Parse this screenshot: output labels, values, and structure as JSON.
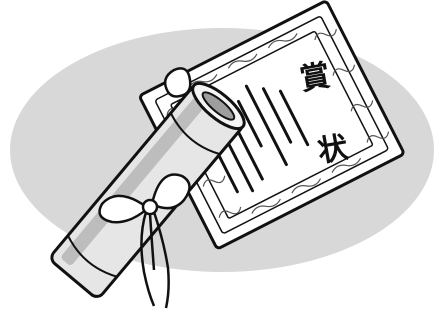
{
  "certificate": {
    "title_char_1": "賞",
    "title_char_2": "状"
  },
  "colors": {
    "background_ellipse": "#d8d8d8",
    "paper": "#ffffff",
    "ink": "#111111",
    "scroll_shade": "#bdbdbd",
    "scroll_light": "#e6e6e6",
    "ribbon": "#ffffff"
  },
  "icons": {
    "illustration": "award-certificate-with-rolled-diploma"
  }
}
